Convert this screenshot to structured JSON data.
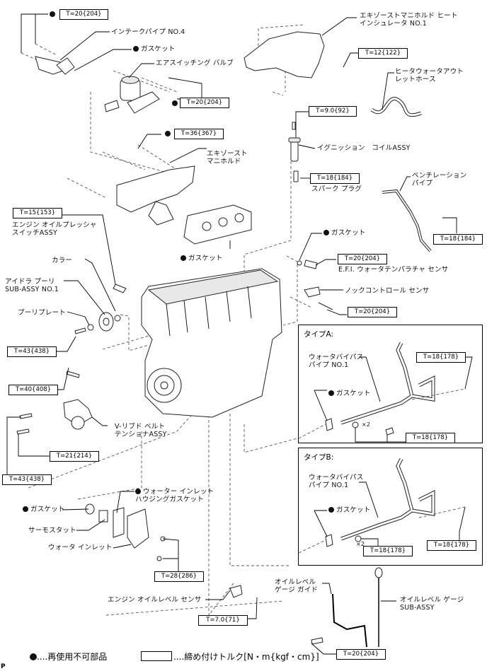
{
  "diagram": {
    "labels": {
      "intake_pipe": "インテークパイプ NO.4",
      "gasket_1": "ガスケット",
      "air_switching_valve": "エアスイッチング バルブ",
      "exhaust_insulator": "エキゾーストマニホルド ヒート\nインシュレータ NO.1",
      "heater_hose": "ヒータウォータアウト\nレットホース",
      "ignition_coil": "イグニッション　コイルASSY",
      "spark_plug": "スパーク プラグ",
      "exhaust_manifold": "エキゾースト\nマニホルド",
      "ventilation_pipe": "ベンチレーション\nパイプ",
      "oil_pressure_switch": "エンジン オイルプレッシャ\nスイッチASSY",
      "gasket_2": "ガスケット",
      "gasket_3": "ガスケット",
      "efi_sensor": "E.F.I. ウォータテンパラチャ センサ",
      "collar": "カラー",
      "idler_pulley": "アイドラ プーリ\nSUB-ASSY NO.1",
      "knock_sensor": "ノックコントロール センサ",
      "pulley_plate": "プーリプレート",
      "v_belt_tensioner": "V-リブド ベルト\nテンショナASSY",
      "gasket_4": "ガスケット",
      "water_inlet_gasket": "ウォーター インレット\nハウジングガスケット",
      "thermostat": "サーモスタット",
      "water_inlet": "ウォータ インレット",
      "oil_level_sensor": "エンジン オイルレベル センサ",
      "oil_gauge_guide": "オイルレベル\nゲージ ガイド",
      "oil_gauge": "オイルレベル ゲージ\nSUB-ASSY"
    },
    "torques": {
      "t_top_left": "T=20{204}",
      "t_valve": "T=20{204}",
      "t_manifold_nut": "T=36{367}",
      "t_insulator": "T=12{122}",
      "t_coil": "T=9.0{92}",
      "t_spark": "T=18{184}",
      "t_oil_switch": "T=15{153}",
      "t_vent": "T=18{184}",
      "t_efi": "T=20{204}",
      "t_knock": "T=20{204}",
      "t_idler": "T=43{438}",
      "t_tens_top": "T=40{408}",
      "t_tens_mid": "T=21{214}",
      "t_tens_low": "T=43{438}",
      "t_inlet": "T=28{286}",
      "t_level": "T=7.0{71}",
      "t_gauge": "T=20{204}"
    },
    "type_a": {
      "title": "タイプA:",
      "pipe": "ウォータバイパス\nパイプ NO.1",
      "gasket": "ガスケット",
      "qty": "×2",
      "torque_right": "T=18{178}",
      "torque_bottom": "T=18{178}"
    },
    "type_b": {
      "title": "タイプB:",
      "pipe": "ウォータバイパス\nパイプ NO.1",
      "gasket": "ガスケット",
      "qty": "×2",
      "torque_right": "T=18{178}",
      "torque_bottom": "T=18{178}"
    }
  },
  "legend": {
    "non_reusable": "....再使用不可部品",
    "torque": "....締め付けトルク[N・m{kgf・cm}]"
  },
  "corner_mark": "P"
}
